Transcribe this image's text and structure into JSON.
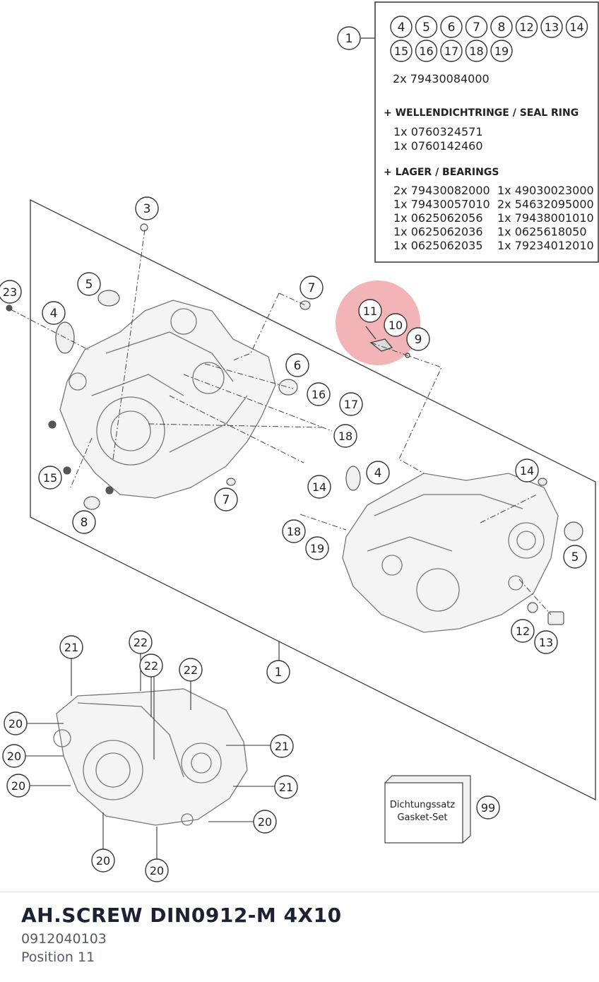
{
  "diagram": {
    "kit_box": {
      "included_positions": [
        "4",
        "5",
        "6",
        "7",
        "8",
        "12",
        "13",
        "14",
        "15",
        "16",
        "17",
        "18",
        "19"
      ],
      "kit_part": "2x 79430084000",
      "seal_header": "+ WELLENDICHTRINGE /  SEAL RING",
      "seal_parts": [
        "1x 0760324571",
        "1x 0760142460"
      ],
      "bearing_header": "+ LAGER / BEARINGS",
      "bearing_parts_left": [
        "2x 79430082000",
        "1x 79430057010",
        "1x 0625062056",
        "1x 0625062036",
        "1x 0625062035"
      ],
      "bearing_parts_right": [
        "1x 49030023000",
        "2x 54632095000",
        "1x 79438001010",
        "1x 0625618050",
        "1x 79234012010"
      ]
    },
    "callouts": [
      "1",
      "3",
      "4",
      "5",
      "6",
      "7",
      "8",
      "9",
      "10",
      "11",
      "12",
      "13",
      "14",
      "15",
      "16",
      "17",
      "18",
      "19",
      "20",
      "21",
      "22",
      "23",
      "99"
    ],
    "gasket_label_line1": "Dichtungssatz",
    "gasket_label_line2": "Gasket-Set",
    "highlight_color": "#e8767a",
    "line_color": "#333333"
  },
  "part": {
    "title": "AH.SCREW DIN0912-M 4X10",
    "number": "0912040103",
    "position": "Position 11"
  }
}
